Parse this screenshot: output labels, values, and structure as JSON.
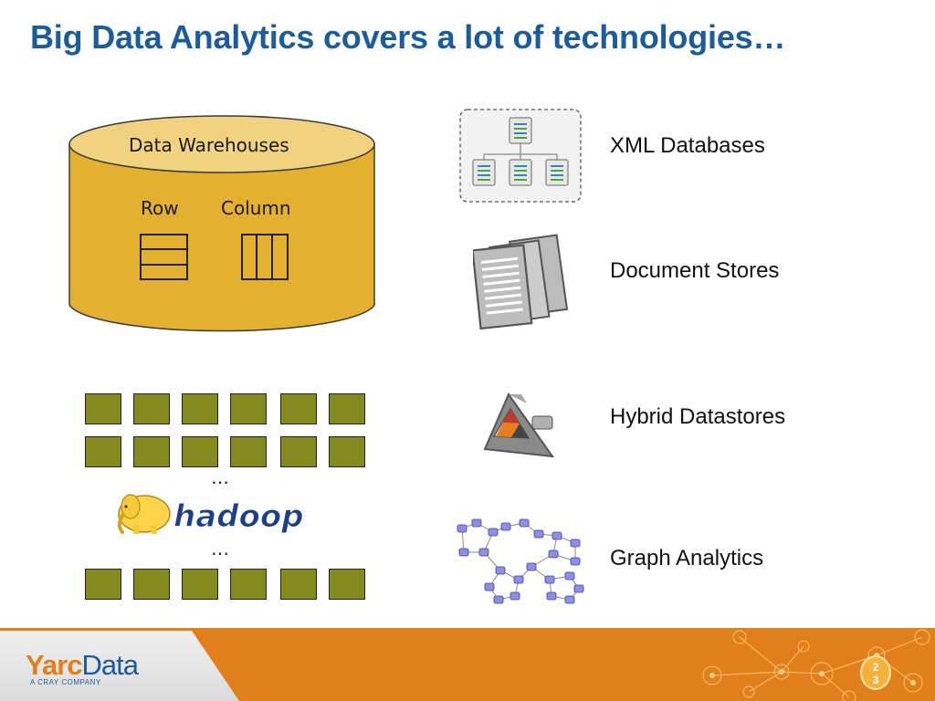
{
  "slide": {
    "title": "Big Data Analytics covers a lot of technologies…"
  },
  "warehouse": {
    "title": "Data Warehouses",
    "row_label": "Row",
    "column_label": "Column"
  },
  "hadoop": {
    "ellipsis": "…",
    "logo_text": "hadoop"
  },
  "technologies": [
    {
      "label": "XML Databases",
      "icon": "xml-tree-icon"
    },
    {
      "label": "Document Stores",
      "icon": "document-stack-icon"
    },
    {
      "label": "Hybrid Datastores",
      "icon": "hybrid-triangle-icon"
    },
    {
      "label": "Graph Analytics",
      "icon": "network-graph-icon"
    }
  ],
  "footer": {
    "logo_yarc": "Yarc",
    "logo_data": "Data",
    "logo_tagline": "A CRAY COMPANY",
    "page_number": [
      "2",
      "3"
    ]
  },
  "colors": {
    "title_blue": "#1b5c9c",
    "warehouse_gold": "#e3b02f",
    "cluster_olive": "#848a1e",
    "footer_orange": "#e07f1c"
  }
}
